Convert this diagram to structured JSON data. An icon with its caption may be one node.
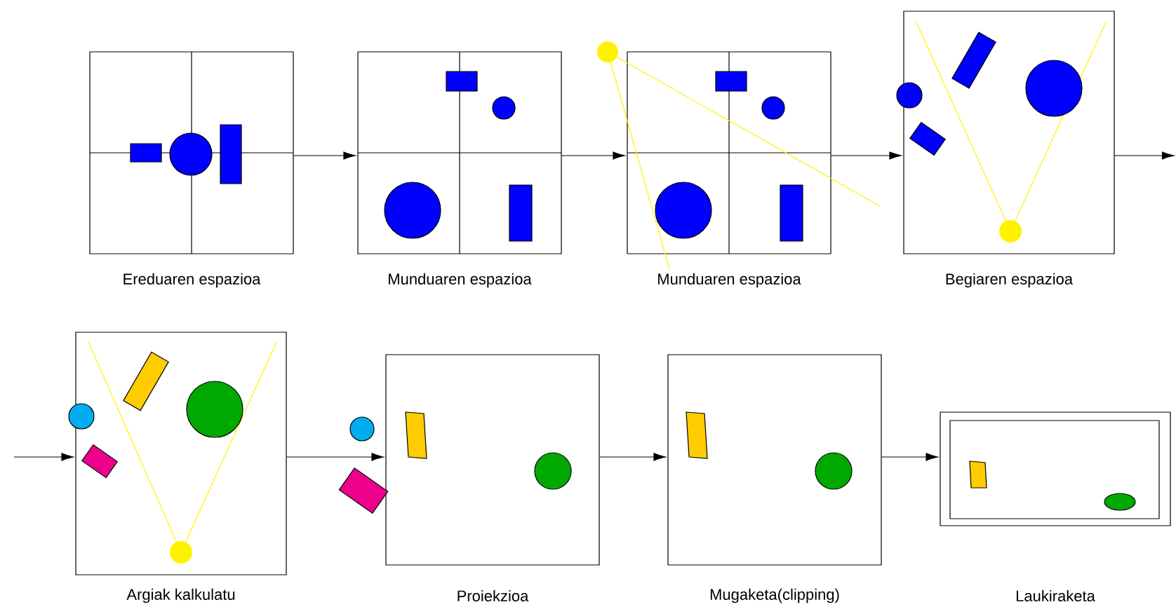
{
  "diagram": {
    "nodes": [
      {
        "text": [
          "Ereduaren espazioa"
        ]
      },
      {
        "text": [
          "Munduaren espazioa"
        ]
      },
      {
        "text": [
          "Munduaren espazioa"
        ]
      },
      {
        "text": [
          "Begiaren espazioa"
        ]
      },
      {
        "text": [
          "Argiak kalkulatu"
        ]
      },
      {
        "text": [
          "Proiekzioa"
        ]
      },
      {
        "text": [
          "Mugaketa(clipping)"
        ]
      },
      {
        "text": [
          "Laukiraketa"
        ]
      }
    ],
    "edges": [
      {
        "from": 0,
        "to": 1,
        "arrow": "to"
      },
      {
        "from": 1,
        "to": 2,
        "arrow": "to"
      },
      {
        "from": 2,
        "to": 3,
        "arrow": "to"
      },
      {
        "from": 3,
        "to": null,
        "arrow": "to"
      },
      {
        "from": null,
        "to": 4,
        "arrow": "to"
      },
      {
        "from": 4,
        "to": 5,
        "arrow": "to"
      },
      {
        "from": 5,
        "to": 6,
        "arrow": "to"
      },
      {
        "from": 6,
        "to": 7,
        "arrow": "to"
      }
    ]
  }
}
